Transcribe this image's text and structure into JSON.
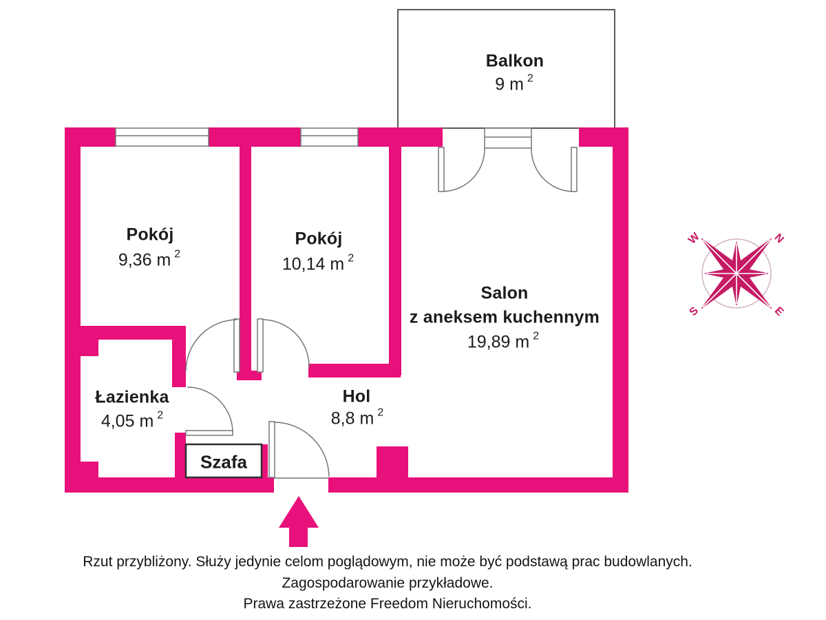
{
  "colors": {
    "wall": "#E8107A",
    "compass": "#C51A64",
    "line": "#757575",
    "balcony_outline": "#5a5a5a",
    "text": "#1c1c1c"
  },
  "rooms": {
    "balkon": {
      "name": "Balkon",
      "area": "9",
      "unit": "m",
      "sup": "2"
    },
    "pokoj1": {
      "name": "Pokój",
      "area": "9,36",
      "unit": "m",
      "sup": "2"
    },
    "pokoj2": {
      "name": "Pokój",
      "area": "10,14",
      "unit": "m",
      "sup": "2"
    },
    "salon": {
      "name": "Salon",
      "name2": "z aneksem kuchennym",
      "area": "19,89",
      "unit": "m",
      "sup": "2"
    },
    "lazienka": {
      "name": "Łazienka",
      "area": "4,05",
      "unit": "m",
      "sup": "2"
    },
    "hol": {
      "name": "Hol",
      "area": "8,8",
      "unit": "m",
      "sup": "2"
    },
    "szafa": {
      "name": "Szafa"
    }
  },
  "compass": {
    "n": "N",
    "e": "E",
    "s": "S",
    "w": "W"
  },
  "footer": {
    "line1": "Rzut przybliżony. Służy jedynie celom poglądowym, nie może być podstawą prac budowlanych.",
    "line2": "Zagospodarowanie przykładowe.",
    "line3": "Prawa zastrzeżone Freedom Nieruchomości."
  }
}
